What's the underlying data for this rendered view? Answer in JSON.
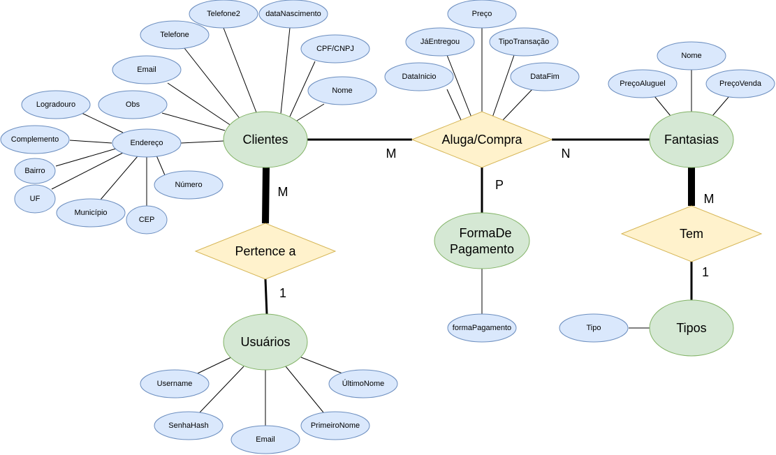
{
  "entities": {
    "clientes": "Clientes",
    "fantasias": "Fantasias",
    "usuarios": "Usuários",
    "formapagamento_l1": "FormaDe",
    "formapagamento_l2": "Pagamento",
    "tipos": "Tipos"
  },
  "relationships": {
    "aluga_compra": "Aluga/Compra",
    "pertence_a": "Pertence a",
    "tem": "Tem"
  },
  "cardinalities": {
    "clientes_aluga": "M",
    "fantasias_aluga": "N",
    "forma_aluga": "P",
    "clientes_pertence": "M",
    "usuarios_pertence": "1",
    "fantasias_tem": "M",
    "tipos_tem": "1"
  },
  "attributes": {
    "telefone2": "Telefone2",
    "datanascimento": "dataNascimento",
    "telefone": "Telefone",
    "cpfcnpj": "CPF/CNPJ",
    "email_cliente": "Email",
    "nome_cliente": "Nome",
    "obs": "Obs",
    "logradouro": "Logradouro",
    "endereco": "Endereço",
    "complemento": "Complemento",
    "bairro": "Bairro",
    "uf": "UF",
    "numero": "Número",
    "municipio": "Município",
    "cep": "CEP",
    "preco": "Preço",
    "jaentregou": "JáEntregou",
    "tipotransacao": "TipoTransação",
    "datainicio": "DataInicio",
    "datafim": "DataFim",
    "nome_fantasia": "Nome",
    "precoaluguel": "PreçoAluguel",
    "precovenda": "PreçoVenda",
    "formapagamento_attr": "formaPagamento",
    "tipo": "Tipo",
    "username": "Username",
    "ultimonome": "ÚltimoNome",
    "senhahash": "SenhaHash",
    "email_usuario": "Email",
    "primeironome": "PrimeiroNome"
  },
  "colors": {
    "entity_fill": "#d5e8d4",
    "entity_stroke": "#82b366",
    "relationship_fill": "#fff2cc",
    "relationship_stroke": "#d6b656",
    "attribute_fill": "#dae8fc",
    "attribute_stroke": "#6c8ebf"
  }
}
